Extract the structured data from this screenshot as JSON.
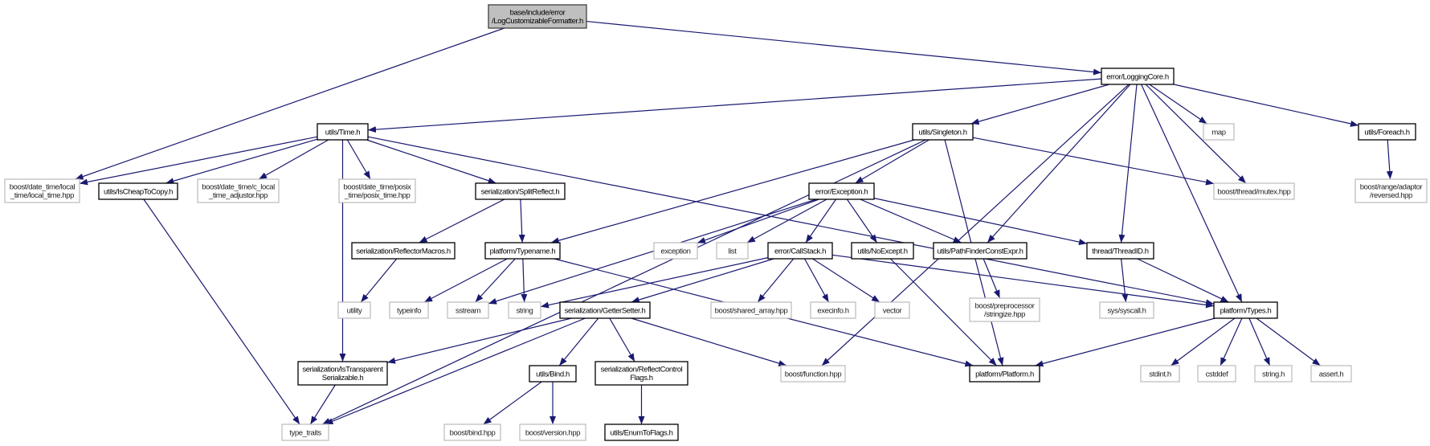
{
  "colors": {
    "edge": "#191970",
    "root_fill": "#bfbfbf",
    "system_border": "#bfbfbf",
    "project_border": "#000000"
  },
  "nodes": [
    {
      "id": "root",
      "kind": "root",
      "lines": [
        "base/include/error",
        "/LogCustomizableFormatter.h"
      ]
    },
    {
      "id": "LoggingCore",
      "kind": "project",
      "lines": [
        "error/LoggingCore.h"
      ]
    },
    {
      "id": "Time",
      "kind": "project",
      "lines": [
        "utils/Time.h"
      ]
    },
    {
      "id": "Singleton",
      "kind": "project",
      "lines": [
        "utils/Singleton.h"
      ]
    },
    {
      "id": "map",
      "kind": "system",
      "lines": [
        "map"
      ]
    },
    {
      "id": "Foreach",
      "kind": "project",
      "lines": [
        "utils/Foreach.h"
      ]
    },
    {
      "id": "local_time",
      "kind": "system",
      "lines": [
        "boost/date_time/local",
        "_time/local_time.hpp"
      ]
    },
    {
      "id": "IsCheapToCopy",
      "kind": "project",
      "lines": [
        "utils/IsCheapToCopy.h"
      ]
    },
    {
      "id": "c_local",
      "kind": "system",
      "lines": [
        "boost/date_time/c_local",
        "_time_adjustor.hpp"
      ]
    },
    {
      "id": "posix",
      "kind": "system",
      "lines": [
        "boost/date_time/posix",
        "_time/posix_time.hpp"
      ]
    },
    {
      "id": "SplitReflect",
      "kind": "project",
      "lines": [
        "serialization/SplitReflect.h"
      ]
    },
    {
      "id": "Exception",
      "kind": "project",
      "lines": [
        "error/Exception.h"
      ]
    },
    {
      "id": "mutex",
      "kind": "system",
      "lines": [
        "boost/thread/mutex.hpp"
      ]
    },
    {
      "id": "reversed",
      "kind": "system",
      "lines": [
        "boost/range/adaptor",
        "/reversed.hpp"
      ]
    },
    {
      "id": "ReflectorMacros",
      "kind": "project",
      "lines": [
        "serialization/ReflectorMacros.h"
      ]
    },
    {
      "id": "Typename",
      "kind": "project",
      "lines": [
        "platform/Typename.h"
      ]
    },
    {
      "id": "exception",
      "kind": "system",
      "lines": [
        "exception"
      ]
    },
    {
      "id": "list",
      "kind": "system",
      "lines": [
        "list"
      ]
    },
    {
      "id": "CallStack",
      "kind": "project",
      "lines": [
        "error/CallStack.h"
      ]
    },
    {
      "id": "NoExcept",
      "kind": "project",
      "lines": [
        "utils/NoExcept.h"
      ]
    },
    {
      "id": "PathFinder",
      "kind": "project",
      "lines": [
        "utils/PathFinderConstExpr.h"
      ]
    },
    {
      "id": "ThreadID",
      "kind": "project",
      "lines": [
        "thread/ThreadID.h"
      ]
    },
    {
      "id": "utility",
      "kind": "system",
      "lines": [
        "utility"
      ]
    },
    {
      "id": "typeinfo",
      "kind": "system",
      "lines": [
        "typeinfo"
      ]
    },
    {
      "id": "sstream",
      "kind": "system",
      "lines": [
        "sstream"
      ]
    },
    {
      "id": "string",
      "kind": "system",
      "lines": [
        "string"
      ]
    },
    {
      "id": "GetterSetter",
      "kind": "project",
      "lines": [
        "serialization/GetterSetter.h"
      ]
    },
    {
      "id": "shared_array",
      "kind": "system",
      "lines": [
        "boost/shared_array.hpp"
      ]
    },
    {
      "id": "execinfo",
      "kind": "system",
      "lines": [
        "execinfo.h"
      ]
    },
    {
      "id": "vector",
      "kind": "system",
      "lines": [
        "vector"
      ]
    },
    {
      "id": "stringize",
      "kind": "system",
      "lines": [
        "boost/preprocessor",
        "/stringize.hpp"
      ]
    },
    {
      "id": "syscall",
      "kind": "system",
      "lines": [
        "sys/syscall.h"
      ]
    },
    {
      "id": "Types",
      "kind": "project",
      "lines": [
        "platform/Types.h"
      ]
    },
    {
      "id": "IsTransparent",
      "kind": "project",
      "lines": [
        "serialization/IsTransparent",
        "Serializable.h"
      ]
    },
    {
      "id": "Bind",
      "kind": "project",
      "lines": [
        "utils/Bind.h"
      ]
    },
    {
      "id": "ReflectControl",
      "kind": "project",
      "lines": [
        "serialization/ReflectControl",
        "Flags.h"
      ]
    },
    {
      "id": "function",
      "kind": "system",
      "lines": [
        "boost/function.hpp"
      ]
    },
    {
      "id": "Platform",
      "kind": "project",
      "lines": [
        "platform/Platform.h"
      ]
    },
    {
      "id": "stdint",
      "kind": "system",
      "lines": [
        "stdint.h"
      ]
    },
    {
      "id": "cstddef",
      "kind": "system",
      "lines": [
        "cstddef"
      ]
    },
    {
      "id": "stringh",
      "kind": "system",
      "lines": [
        "string.h"
      ]
    },
    {
      "id": "assert",
      "kind": "system",
      "lines": [
        "assert.h"
      ]
    },
    {
      "id": "type_traits",
      "kind": "system",
      "lines": [
        "type_traits"
      ]
    },
    {
      "id": "bindhpp",
      "kind": "system",
      "lines": [
        "boost/bind.hpp"
      ]
    },
    {
      "id": "version",
      "kind": "system",
      "lines": [
        "boost/version.hpp"
      ]
    },
    {
      "id": "EnumToFlags",
      "kind": "project",
      "lines": [
        "utils/EnumToFlags.h"
      ]
    }
  ],
  "edges": [
    [
      "root",
      "LoggingCore"
    ],
    [
      "root",
      "local_time"
    ],
    [
      "LoggingCore",
      "Time"
    ],
    [
      "LoggingCore",
      "Singleton"
    ],
    [
      "LoggingCore",
      "PathFinder"
    ],
    [
      "LoggingCore",
      "function"
    ],
    [
      "LoggingCore",
      "ThreadID"
    ],
    [
      "LoggingCore",
      "map"
    ],
    [
      "LoggingCore",
      "mutex"
    ],
    [
      "LoggingCore",
      "Types"
    ],
    [
      "LoggingCore",
      "Foreach"
    ],
    [
      "Time",
      "local_time"
    ],
    [
      "Time",
      "IsCheapToCopy"
    ],
    [
      "Time",
      "c_local"
    ],
    [
      "Time",
      "posix"
    ],
    [
      "Time",
      "SplitReflect"
    ],
    [
      "Time",
      "IsTransparent"
    ],
    [
      "Time",
      "Types"
    ],
    [
      "Singleton",
      "type_traits"
    ],
    [
      "Singleton",
      "Typename"
    ],
    [
      "Singleton",
      "Exception"
    ],
    [
      "Singleton",
      "Platform"
    ],
    [
      "Singleton",
      "mutex"
    ],
    [
      "Exception",
      "sstream"
    ],
    [
      "Exception",
      "exception"
    ],
    [
      "Exception",
      "list"
    ],
    [
      "Exception",
      "CallStack"
    ],
    [
      "Exception",
      "NoExcept"
    ],
    [
      "Exception",
      "PathFinder"
    ],
    [
      "Exception",
      "ThreadID"
    ],
    [
      "IsCheapToCopy",
      "type_traits"
    ],
    [
      "SplitReflect",
      "ReflectorMacros"
    ],
    [
      "SplitReflect",
      "Typename"
    ],
    [
      "ReflectorMacros",
      "utility"
    ],
    [
      "Typename",
      "typeinfo"
    ],
    [
      "Typename",
      "sstream"
    ],
    [
      "Typename",
      "string"
    ],
    [
      "Typename",
      "Platform"
    ],
    [
      "CallStack",
      "string"
    ],
    [
      "CallStack",
      "GetterSetter"
    ],
    [
      "CallStack",
      "shared_array"
    ],
    [
      "CallStack",
      "execinfo"
    ],
    [
      "CallStack",
      "vector"
    ],
    [
      "CallStack",
      "Types"
    ],
    [
      "NoExcept",
      "Platform"
    ],
    [
      "PathFinder",
      "stringize"
    ],
    [
      "ThreadID",
      "syscall"
    ],
    [
      "ThreadID",
      "Types"
    ],
    [
      "Foreach",
      "reversed"
    ],
    [
      "GetterSetter",
      "IsTransparent"
    ],
    [
      "GetterSetter",
      "type_traits"
    ],
    [
      "GetterSetter",
      "Bind"
    ],
    [
      "GetterSetter",
      "ReflectControl"
    ],
    [
      "GetterSetter",
      "function"
    ],
    [
      "IsTransparent",
      "type_traits"
    ],
    [
      "Bind",
      "bindhpp"
    ],
    [
      "Bind",
      "version"
    ],
    [
      "ReflectControl",
      "EnumToFlags"
    ],
    [
      "Types",
      "Platform"
    ],
    [
      "Types",
      "stdint"
    ],
    [
      "Types",
      "cstddef"
    ],
    [
      "Types",
      "stringh"
    ],
    [
      "Types",
      "assert"
    ]
  ]
}
